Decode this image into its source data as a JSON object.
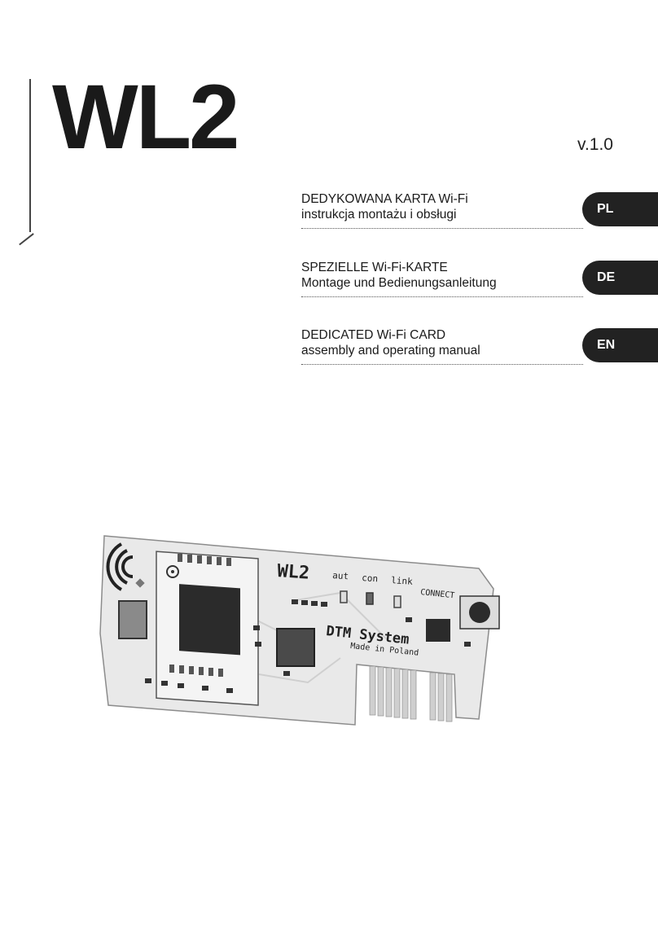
{
  "document": {
    "title": "WL2",
    "version": "v.1.0"
  },
  "languages": [
    {
      "code": "PL",
      "line1": "DEDYKOWANA KARTA Wi-Fi",
      "line2": "instrukcja montażu i obsługi"
    },
    {
      "code": "DE",
      "line1": "SPEZIELLE Wi-Fi-KARTE",
      "line2": "Montage und Bedienungsanleitung"
    },
    {
      "code": "EN",
      "line1": "DEDICATED Wi-Fi CARD",
      "line2": "assembly and operating manual"
    }
  ],
  "board": {
    "logo": "WL2",
    "led_labels": [
      "aut",
      "con",
      "link"
    ],
    "button_label": "CONNECT",
    "brand": "DTM System",
    "origin": "Made in Poland"
  },
  "colors": {
    "tab_background": "#222222",
    "tab_text": "#ffffff",
    "board_fill": "#e9e9e9",
    "chip_dark": "#2b2b2b"
  }
}
